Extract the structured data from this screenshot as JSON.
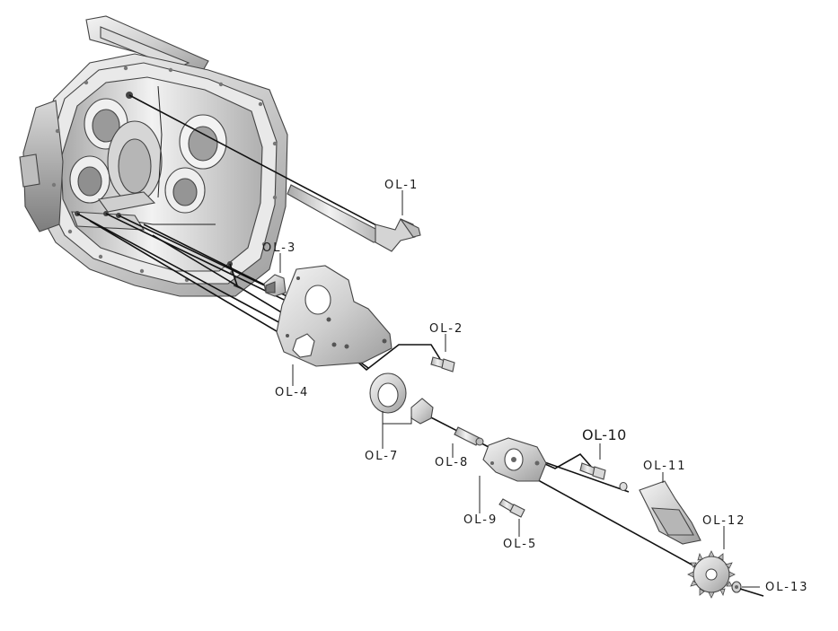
{
  "diagram": {
    "labels": {
      "ol1": "OL-1",
      "ol2": "OL-2",
      "ol3": "OL-3",
      "ol4": "OL-4",
      "ol5": "OL-5",
      "ol7": "OL-7",
      "ol8": "OL-8",
      "ol9": "OL-9",
      "ol10": "OL-10",
      "ol11": "OL-11",
      "ol12": "OL-12",
      "ol13": "OL-13"
    },
    "colors": {
      "metal_light": "#e6e6e6",
      "metal_mid": "#c4c4c4",
      "metal_dark": "#8a8a8a",
      "line": "#111111"
    }
  }
}
